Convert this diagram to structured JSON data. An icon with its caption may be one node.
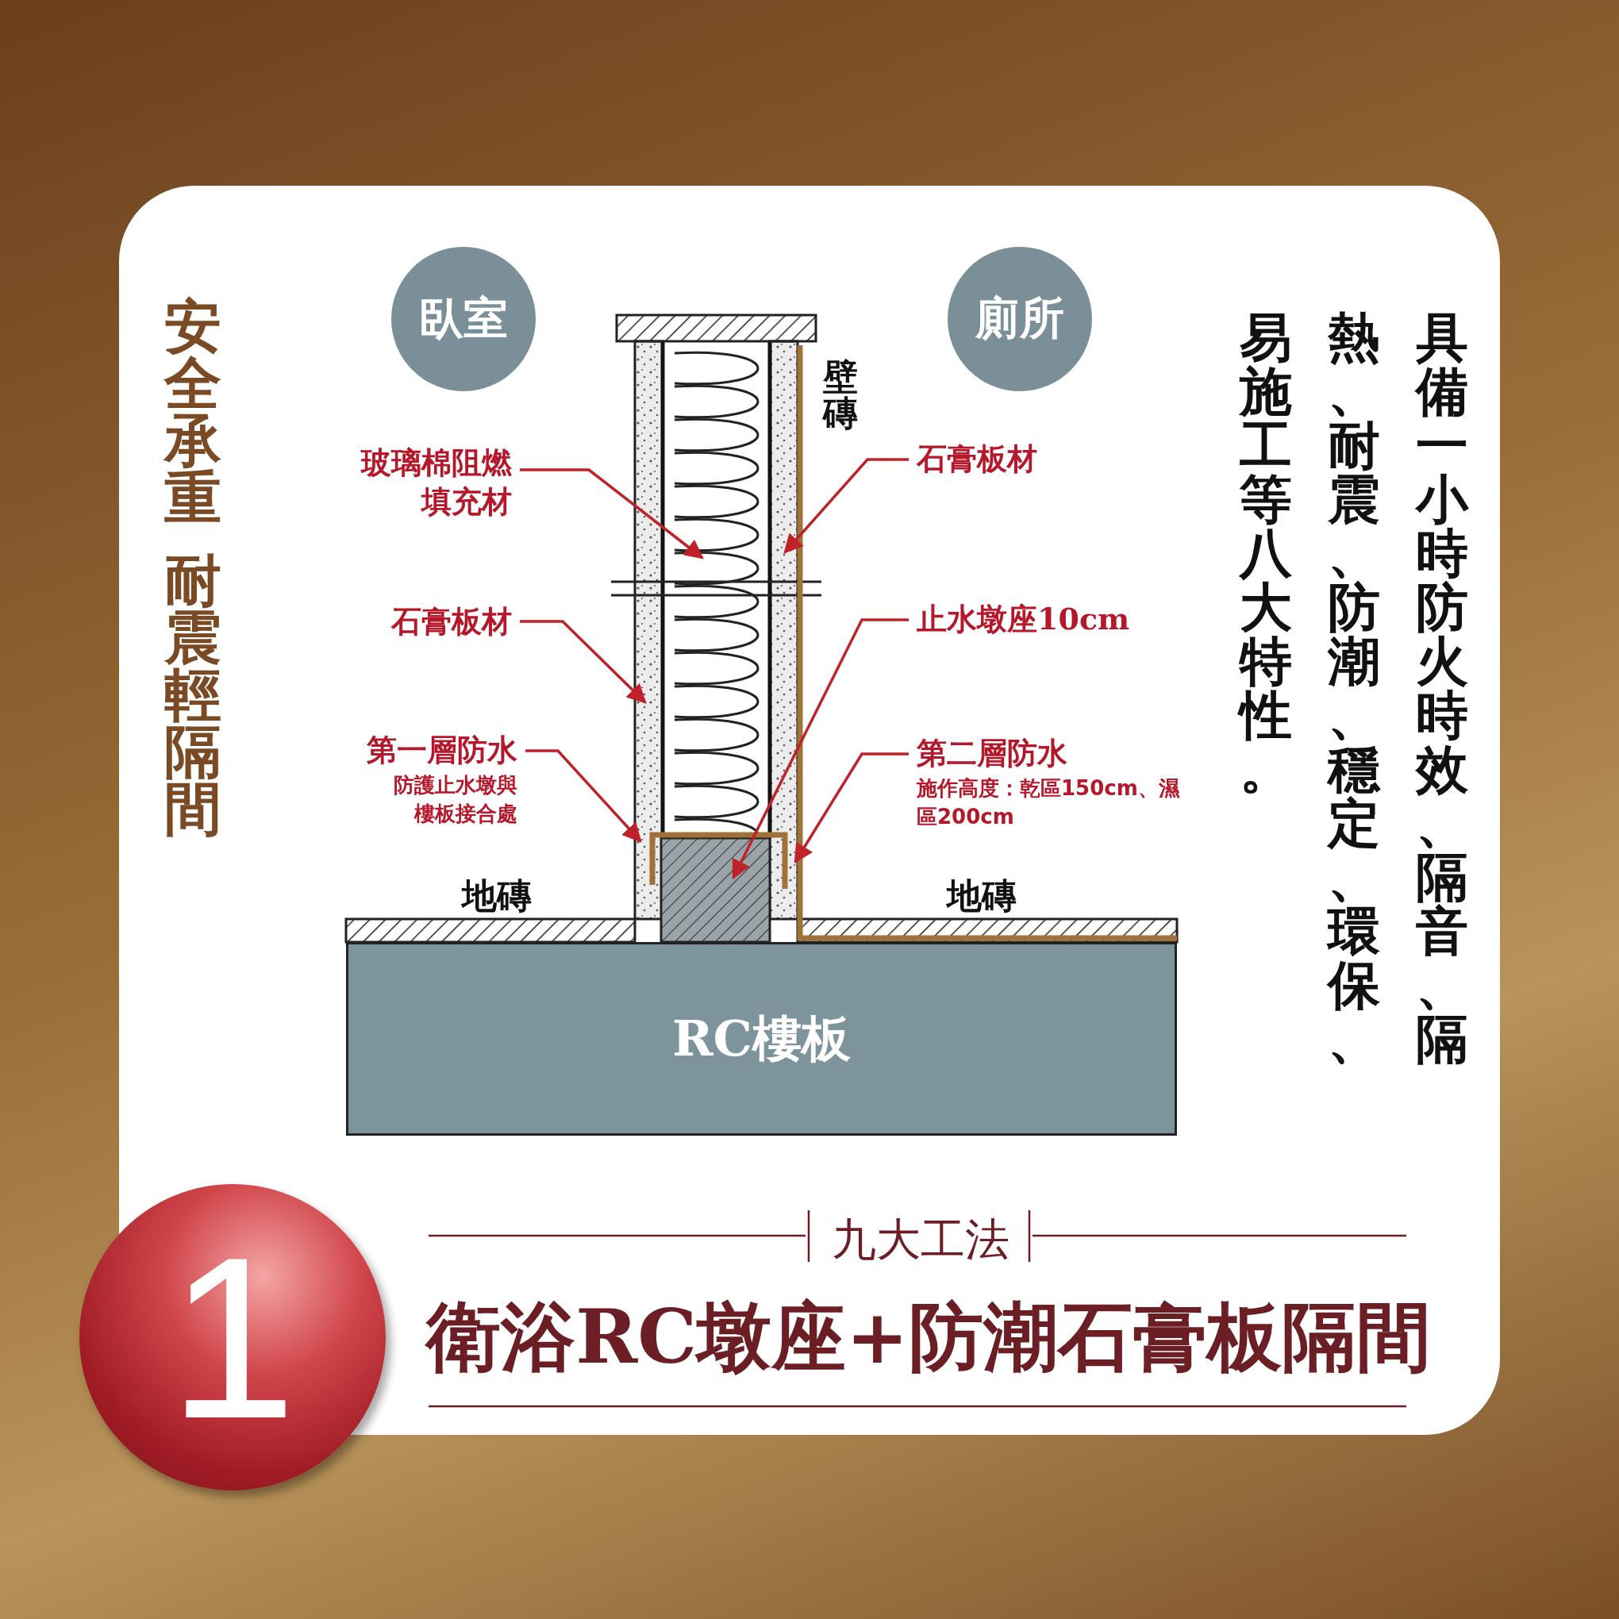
{
  "diagram": {
    "title": "衛浴RC墩座+防潮石膏板隔間",
    "nodes": [
      {
        "text": [
          "臥室"
        ]
      },
      {
        "text": [
          "廁所"
        ]
      },
      {
        "text": [
          "玻璃棉阻燃填充材"
        ]
      },
      {
        "text": [
          "石膏板材"
        ]
      },
      {
        "text": [
          "第一層防水",
          "防護止水墩與樓板接合處"
        ]
      },
      {
        "text": [
          "石膏板材"
        ]
      },
      {
        "text": [
          "止水墩座10cm"
        ]
      },
      {
        "text": [
          "第二層防水",
          "施作高度：乾區150cm、濕區200cm"
        ]
      },
      {
        "text": [
          "RC樓板"
        ]
      },
      {
        "text": [
          "1"
        ]
      }
    ],
    "edges": [
      {
        "from": 2,
        "to": null,
        "arrow": "to"
      },
      {
        "from": 3,
        "to": null,
        "arrow": "to"
      },
      {
        "from": 4,
        "to": null,
        "arrow": "to"
      },
      {
        "from": 5,
        "to": null,
        "arrow": "to"
      },
      {
        "from": 6,
        "to": null,
        "arrow": "to"
      },
      {
        "from": 7,
        "to": null,
        "arrow": "to"
      }
    ],
    "labels": [
      "安全承重",
      "耐震輕隔間",
      "壁磚",
      "地磚",
      "地磚",
      "具備一小時防火時效、隔音、隔熱、耐震、防潮、穩定、環保、易施工等八大特性。",
      "九大工法"
    ]
  }
}
